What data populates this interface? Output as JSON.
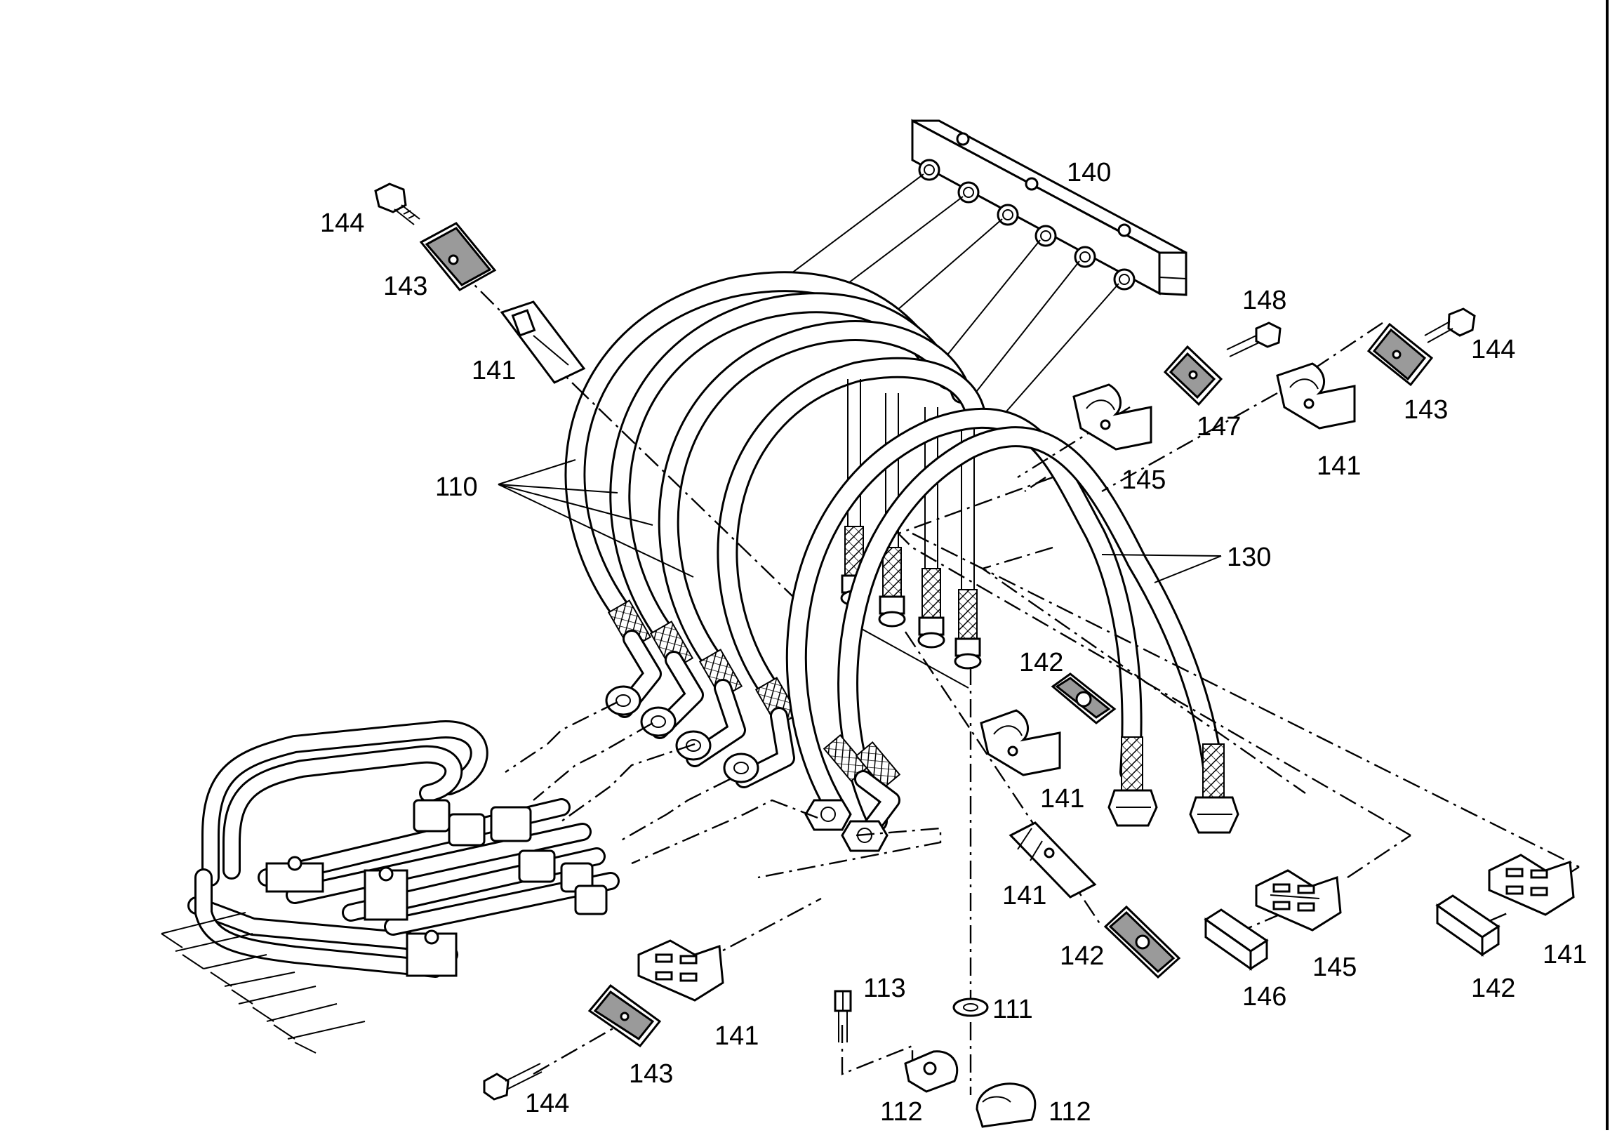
{
  "labels": {
    "p110": "110",
    "p111": "111",
    "p112a": "112",
    "p112b": "112",
    "p113": "113",
    "p130": "130",
    "p140": "140",
    "p141a": "141",
    "p141b": "141",
    "p141c": "141",
    "p141d": "141",
    "p141e": "141",
    "p141f": "141",
    "p142a": "142",
    "p142b": "142",
    "p142c": "142",
    "p143a": "143",
    "p143b": "143",
    "p143c": "143",
    "p144a": "144",
    "p144b": "144",
    "p144c": "144",
    "p145a": "145",
    "p145b": "145",
    "p146": "146",
    "p147": "147",
    "p148": "148"
  }
}
